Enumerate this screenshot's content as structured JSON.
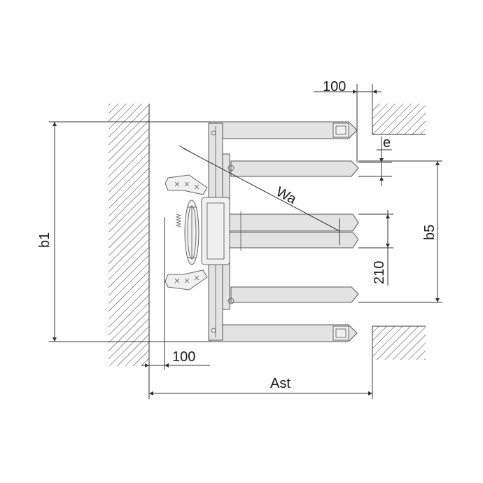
{
  "labels": {
    "clearance_top": "100",
    "clearance_bottom": "100",
    "e": "e",
    "wa": "Wa",
    "b1": "b1",
    "b5": "b5",
    "fork_gap": "210",
    "ast": "Ast"
  },
  "colors": {
    "line": "#333333",
    "fill": "#e3e3e3",
    "hatch": "#333333"
  }
}
